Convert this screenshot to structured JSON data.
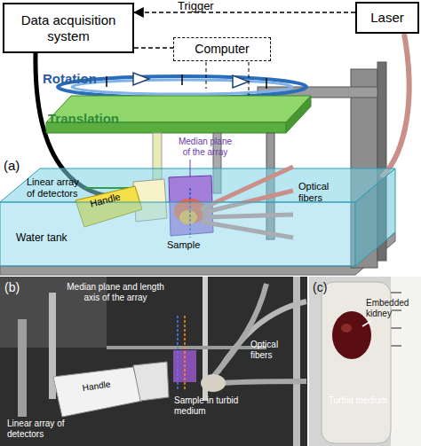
{
  "diagram": {
    "nodes": [
      {
        "text": [
          "Data acquisition system"
        ]
      },
      {
        "text": [
          "Computer"
        ]
      },
      {
        "text": [
          "Laser"
        ]
      }
    ],
    "edges": [
      {
        "from": 2,
        "to": 0,
        "label": "Trigger",
        "arrow": "to"
      },
      {
        "from": 0,
        "to": 1,
        "arrow": "none"
      }
    ],
    "labels": [
      "Rotation",
      "Translation",
      "Median plane of the array",
      "Linear array of detectors",
      "Handle",
      "Optical fibers",
      "Water tank",
      "Sample",
      "(a)",
      "(b)",
      "Median plane and length axis of the array",
      "Optical fibers",
      "Handle",
      "Sample in turbid medium",
      "Linear array of detectors",
      "(c)",
      "Embedded kidney",
      "Turbid medium"
    ]
  }
}
